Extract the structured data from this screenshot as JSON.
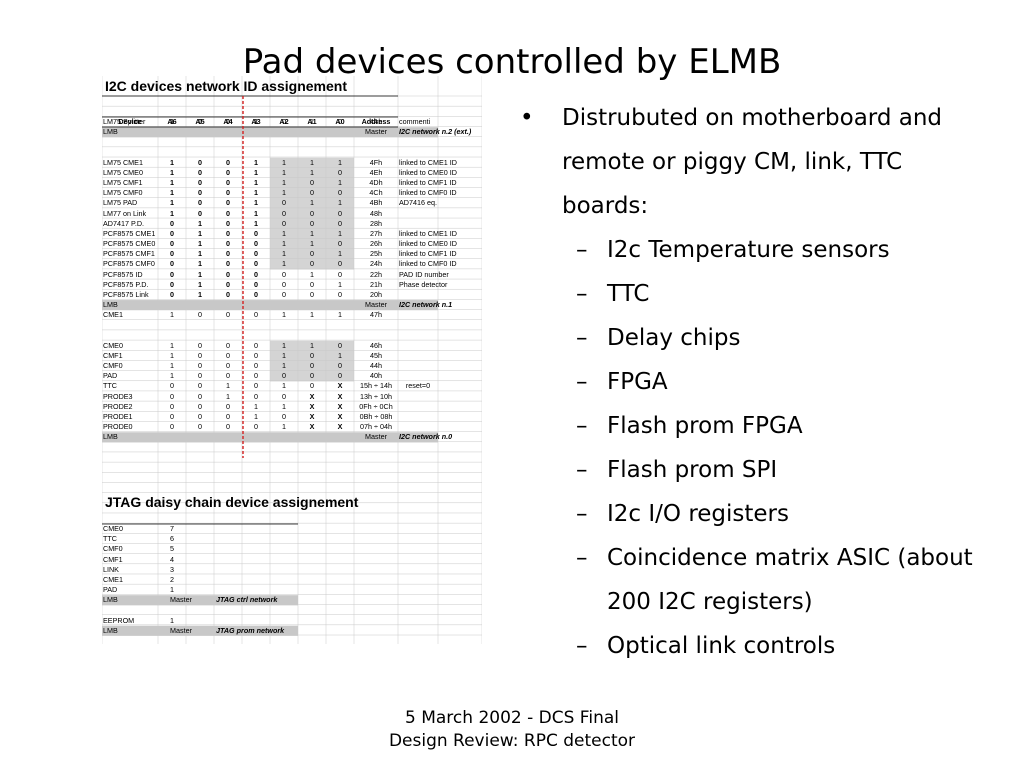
{
  "title": "Pad devices controlled by ELMB",
  "network_table": {
    "heading": "I2C devices network ID assignement",
    "headers": [
      "Device",
      "A6",
      "A5",
      "A4",
      "A3",
      "A2",
      "A1",
      "A0",
      "Address",
      "commenti"
    ],
    "rows": [
      [
        "LM75 Splitter",
        "1",
        "0",
        "0",
        "1",
        "0",
        "1",
        "0",
        "4Ah",
        ""
      ],
      [
        "LMB",
        "",
        "",
        "",
        "",
        "",
        "",
        "",
        "Master",
        "I2C network n.2 (ext.)"
      ],
      [
        "LM75 CME1",
        "1",
        "0",
        "0",
        "1",
        "1",
        "1",
        "1",
        "4Fh",
        "linked to CME1 ID"
      ],
      [
        "LM75 CME0",
        "1",
        "0",
        "0",
        "1",
        "1",
        "1",
        "0",
        "4Eh",
        "linked to CME0 ID"
      ],
      [
        "LM75 CMF1",
        "1",
        "0",
        "0",
        "1",
        "1",
        "0",
        "1",
        "4Dh",
        "linked to CMF1 ID"
      ],
      [
        "LM75 CMF0",
        "1",
        "0",
        "0",
        "1",
        "1",
        "0",
        "0",
        "4Ch",
        "linked to CMF0 ID"
      ],
      [
        "LM75 PAD",
        "1",
        "0",
        "0",
        "1",
        "0",
        "1",
        "1",
        "4Bh",
        "AD7416 eq."
      ],
      [
        "LM77 on Link",
        "1",
        "0",
        "0",
        "1",
        "0",
        "0",
        "0",
        "48h",
        ""
      ],
      [
        "AD7417 P.D.",
        "0",
        "1",
        "0",
        "1",
        "0",
        "0",
        "0",
        "28h",
        ""
      ],
      [
        "PCF8575 CME1",
        "0",
        "1",
        "0",
        "0",
        "1",
        "1",
        "1",
        "27h",
        "linked to CME1 ID"
      ],
      [
        "PCF8575 CME0",
        "0",
        "1",
        "0",
        "0",
        "1",
        "1",
        "0",
        "26h",
        "linked to CME0 ID"
      ],
      [
        "PCF8575 CMF1",
        "0",
        "1",
        "0",
        "0",
        "1",
        "0",
        "1",
        "25h",
        "linked to CMF1 ID"
      ],
      [
        "PCF8575 CMF0",
        "0",
        "1",
        "0",
        "0",
        "1",
        "0",
        "0",
        "24h",
        "linked to CMF0 ID"
      ],
      [
        "PCF8575 ID",
        "0",
        "1",
        "0",
        "0",
        "0",
        "1",
        "0",
        "22h",
        "PAD ID number"
      ],
      [
        "PCF8575 P.D.",
        "0",
        "1",
        "0",
        "0",
        "0",
        "0",
        "1",
        "21h",
        "Phase detector"
      ],
      [
        "PCF8575 Link",
        "0",
        "1",
        "0",
        "0",
        "0",
        "0",
        "0",
        "20h",
        ""
      ],
      [
        "LMB",
        "",
        "",
        "",
        "",
        "",
        "",
        "",
        "Master",
        "I2C network n.1"
      ],
      [
        "CME1",
        "1",
        "0",
        "0",
        "0",
        "1",
        "1",
        "1",
        "47h",
        ""
      ],
      [
        "CME0",
        "1",
        "0",
        "0",
        "0",
        "1",
        "1",
        "0",
        "46h",
        ""
      ],
      [
        "CMF1",
        "1",
        "0",
        "0",
        "0",
        "1",
        "0",
        "1",
        "45h",
        ""
      ],
      [
        "CMF0",
        "1",
        "0",
        "0",
        "0",
        "1",
        "0",
        "0",
        "44h",
        ""
      ],
      [
        "PAD",
        "1",
        "0",
        "0",
        "0",
        "0",
        "0",
        "0",
        "40h",
        ""
      ],
      [
        "TTC",
        "0",
        "0",
        "1",
        "0",
        "1",
        "0",
        "X",
        "15h ÷ 14h",
        "reset=0"
      ],
      [
        "PRODE3",
        "0",
        "0",
        "1",
        "0",
        "0",
        "X",
        "X",
        "13h ÷ 10h",
        ""
      ],
      [
        "PRODE2",
        "0",
        "0",
        "0",
        "1",
        "1",
        "X",
        "X",
        "0Fh ÷ 0Ch",
        ""
      ],
      [
        "PRODE1",
        "0",
        "0",
        "0",
        "1",
        "0",
        "X",
        "X",
        "0Bh ÷ 08h",
        ""
      ],
      [
        "PRODE0",
        "0",
        "0",
        "0",
        "0",
        "1",
        "X",
        "X",
        "07h ÷ 04h",
        ""
      ],
      [
        "LMB",
        "",
        "",
        "",
        "",
        "",
        "",
        "",
        "Master",
        "I2C network n.0"
      ]
    ]
  },
  "jtag_table": {
    "heading": "JTAG daisy chain device assignement",
    "rows": [
      [
        "CME0",
        "7",
        ""
      ],
      [
        "TTC",
        "6",
        ""
      ],
      [
        "CMF0",
        "5",
        ""
      ],
      [
        "CMF1",
        "4",
        ""
      ],
      [
        "LINK",
        "3",
        ""
      ],
      [
        "CME1",
        "2",
        ""
      ],
      [
        "PAD",
        "1",
        ""
      ],
      [
        "LMB",
        "Master",
        "JTAG ctrl network"
      ],
      [
        "EEPROM",
        "1",
        ""
      ],
      [
        "LMB",
        "Master",
        "JTAG prom network"
      ]
    ]
  },
  "bullets": {
    "main_marker": "•",
    "main_lines": [
      "Distrubuted on motherboard and",
      "remote or piggy CM, link, TTC",
      "boards:"
    ],
    "sub_marker": "–",
    "sub_items": [
      "I2c Temperature sensors",
      "TTC",
      "Delay chips",
      "FPGA",
      "Flash prom FPGA",
      "Flash prom SPI",
      "I2c I/O registers",
      "Coincidence matrix ASIC (about",
      "200 I2C registers)",
      "Optical link controls"
    ]
  },
  "footer": {
    "line1": "5 March 2002 - DCS Final",
    "line2": "Design Review: RPC detector"
  }
}
